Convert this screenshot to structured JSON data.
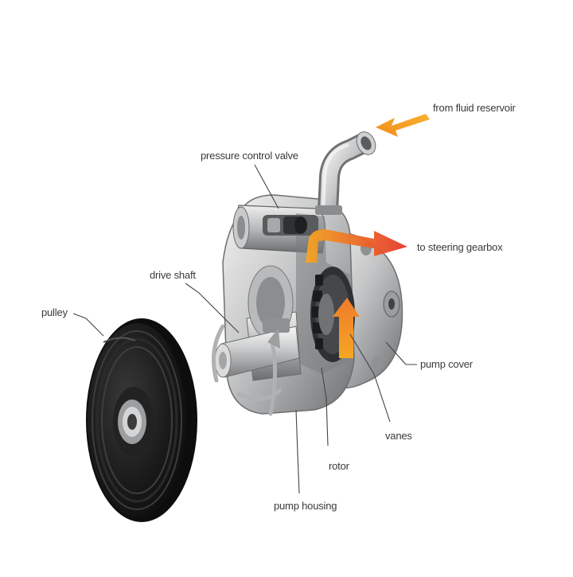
{
  "labels": {
    "from_fluid_reservoir": "from fluid reservoir",
    "pressure_control_valve": "pressure control valve",
    "to_steering_gearbox": "to steering gearbox",
    "drive_shaft": "drive shaft",
    "pulley": "pulley",
    "pump_cover": "pump cover",
    "vanes": "vanes",
    "rotor": "rotor",
    "pump_housing": "pump housing"
  },
  "colors": {
    "inflow_arrow": "#f7a21b",
    "outflow_arrow": "#e8342a",
    "flow_gradient_start": "#f6a623",
    "flow_gradient_end": "#e5362b",
    "metal_light": "#d9dadb",
    "metal_mid": "#9a9c9e",
    "metal_dark": "#4a4c4e",
    "pulley_black": "#161616",
    "leader_line": "#444444"
  }
}
